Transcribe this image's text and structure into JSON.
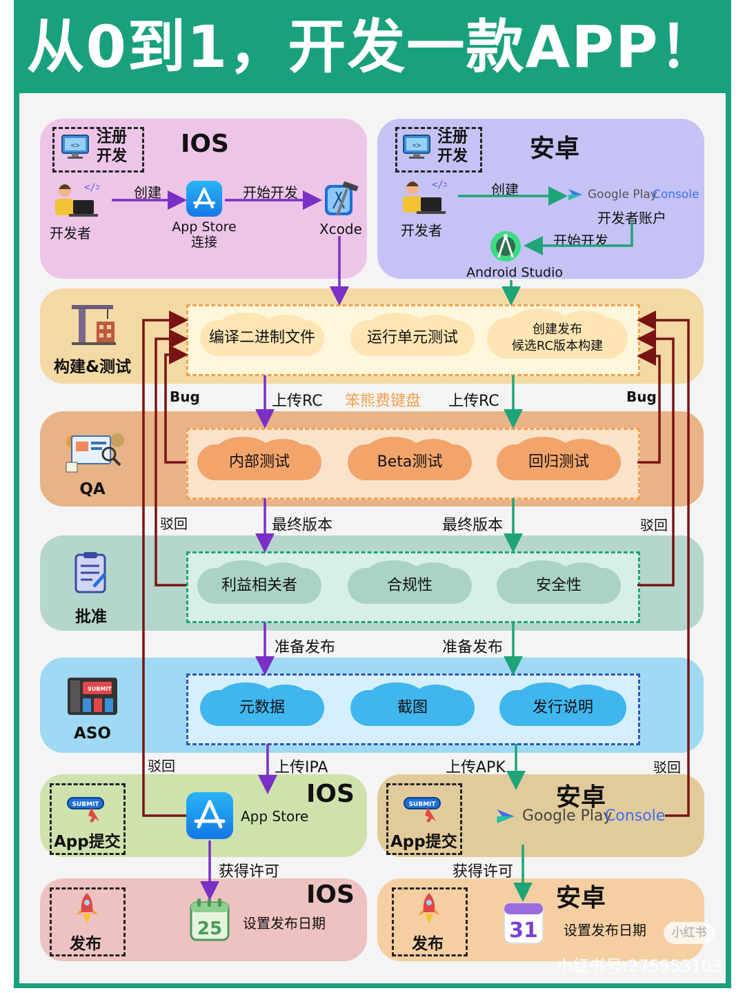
{
  "title": "从0到1，开发一款APP！",
  "register": {
    "dashed_label": "注册\n开发",
    "ios": {
      "platform": "IOS",
      "developer": "开发者",
      "create": "创建",
      "store": "App Store\n连接",
      "start": "开始开发",
      "ide": "Xcode"
    },
    "android": {
      "platform": "安卓",
      "developer": "开发者",
      "create": "创建",
      "console_google": "Google Play",
      "console_word": "Console",
      "account": "开发者账户",
      "start": "开始开发",
      "ide": "Android Studio"
    }
  },
  "stages": {
    "build": {
      "label": "构建&测试",
      "items": [
        "编译二进制文件",
        "运行单元测试",
        "创建发布\n候选RC版本构建"
      ]
    },
    "qa": {
      "label": "QA",
      "items": [
        "内部测试",
        "Beta测试",
        "回归测试"
      ]
    },
    "approve": {
      "label": "批准",
      "items": [
        "利益相关者",
        "合规性",
        "安全性"
      ]
    },
    "aso": {
      "label": "ASO",
      "items": [
        "元数据",
        "截图",
        "发行说明"
      ]
    }
  },
  "edges": {
    "upload_rc": "上传RC",
    "bug": "Bug",
    "watermark_mid": "笨熊费键盘",
    "final": "最终版本",
    "reject": "驳回",
    "prepare": "准备发布",
    "upload_ipa": "上传IPA",
    "upload_apk": "上传APK",
    "permit": "获得许可"
  },
  "submit": {
    "label": "App提交",
    "submit_badge": "SUBMIT",
    "ios": {
      "platform": "IOS",
      "store": "App Store"
    },
    "android": {
      "platform": "安卓",
      "console_google": "Google Play",
      "console_word": "Console"
    }
  },
  "release": {
    "label": "发布",
    "ios": {
      "platform": "IOS",
      "date_text": "设置发布日期",
      "calendar_day": "25"
    },
    "android": {
      "platform": "安卓",
      "date_text": "设置发布日期",
      "calendar_day": "31"
    }
  },
  "footer": {
    "logo": "小红书",
    "watermark": "小红书号:275553103"
  },
  "colors": {
    "header": "#19a07c",
    "ios_panel": "#ecc5e7",
    "android_panel": "#c5c2f5",
    "build": "#f3d9a4",
    "qa": "#e8b387",
    "approve": "#b5d6cc",
    "aso": "#9fd9f3",
    "submit_ios": "#cfe2ad",
    "submit_android": "#e2cb9a",
    "release_ios": "#edc2c0",
    "release_android": "#f5cfa2",
    "purple_arrow": "#7a2fc6",
    "green_arrow": "#1fa478",
    "feedback": "#7a1313",
    "accent_orange": "#f2a14e"
  }
}
